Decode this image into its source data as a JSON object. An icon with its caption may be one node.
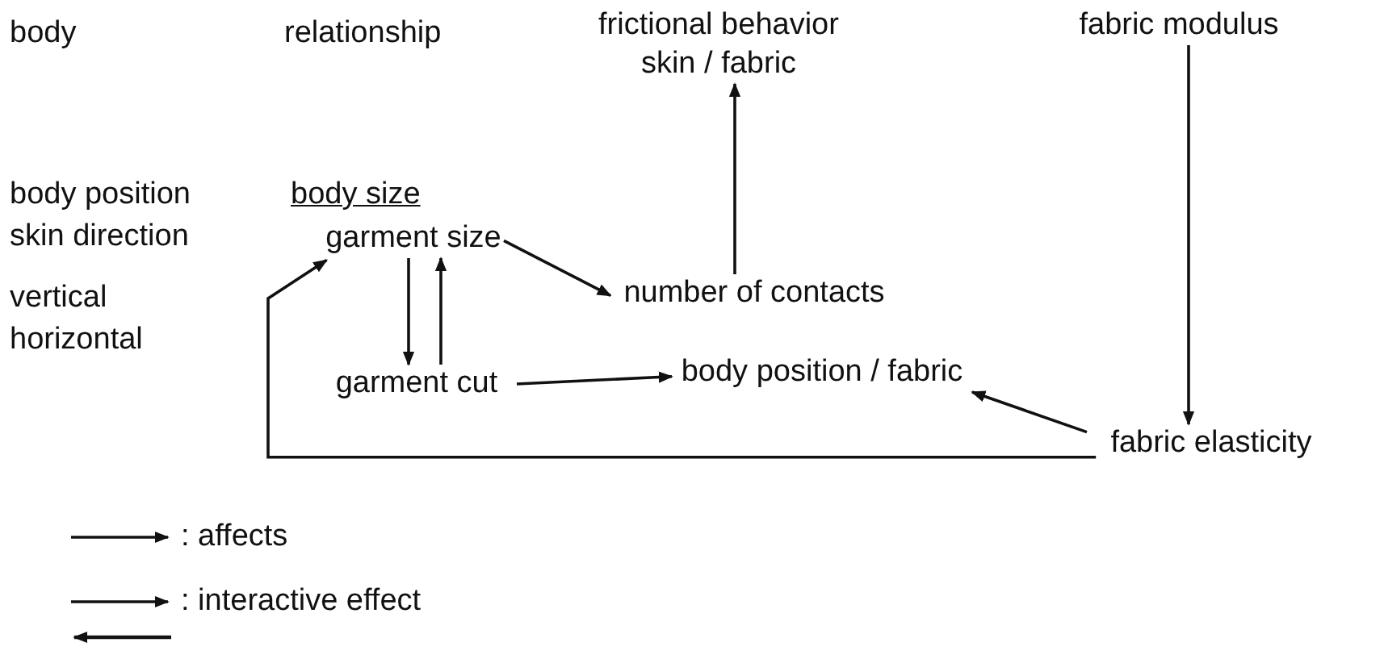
{
  "diagram": {
    "nodes": [
      {
        "text": [
          "frictional behavior skin / fabric"
        ]
      },
      {
        "text": [
          "fabric modulus"
        ]
      },
      {
        "text": [
          "garment size"
        ]
      },
      {
        "text": [
          "number of contacts"
        ]
      },
      {
        "text": [
          "garment cut"
        ]
      },
      {
        "text": [
          "body position / fabric"
        ]
      },
      {
        "text": [
          "fabric elasticity"
        ]
      }
    ],
    "edges": [
      {
        "from": 2,
        "to": 3,
        "arrow": "to"
      },
      {
        "from": 3,
        "to": 0,
        "arrow": "to"
      },
      {
        "from": 1,
        "to": 6,
        "arrow": "to"
      },
      {
        "from": 2,
        "to": 4,
        "arrow": "to"
      },
      {
        "from": 4,
        "to": 2,
        "arrow": "to"
      },
      {
        "from": 4,
        "to": 5,
        "arrow": "to"
      },
      {
        "from": 6,
        "to": 5,
        "arrow": "to"
      },
      {
        "from": 6,
        "to": 2,
        "arrow": "to"
      }
    ],
    "labels": [
      "body",
      "relationship",
      "body position",
      "body size",
      "skin direction",
      "vertical",
      "horizontal"
    ],
    "legend": [
      {
        "text": ": affects"
      },
      {
        "text": ": interactive effect"
      }
    ]
  }
}
